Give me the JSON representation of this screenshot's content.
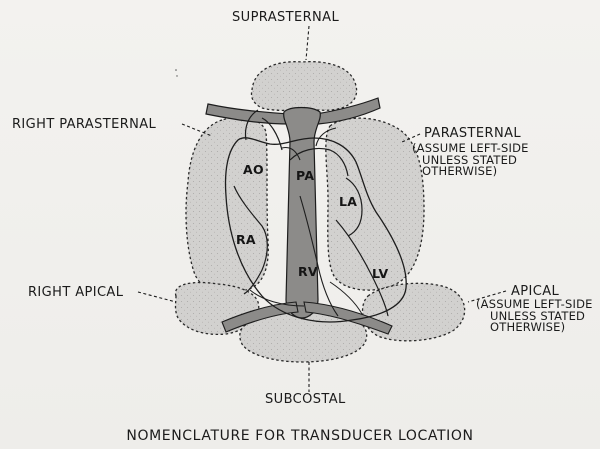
{
  "labels": {
    "suprasternal": "SUPRASTERNAL",
    "right_parasternal": "RIGHT PARASTERNAL",
    "parasternal": "PARASTERNAL",
    "parasternal_note": [
      "(ASSUME LEFT-SIDE",
      "UNLESS STATED",
      "OTHERWISE)"
    ],
    "right_apical": "RIGHT APICAL",
    "apical": "APICAL",
    "apical_note": [
      "(ASSUME LEFT-SIDE",
      "UNLESS STATED",
      "OTHERWISE)"
    ],
    "subcostal": "SUBCOSTAL"
  },
  "structures": {
    "ao": "AO",
    "pa": "PA",
    "la": "LA",
    "ra": "RA",
    "rv": "RV",
    "lv": "LV"
  },
  "caption": "NOMENCLATURE FOR TRANSDUCER LOCATION",
  "colors": {
    "window_fill": "#d3d2d0",
    "bone_fill": "#8b8a88",
    "line": "#1d1d1d"
  }
}
